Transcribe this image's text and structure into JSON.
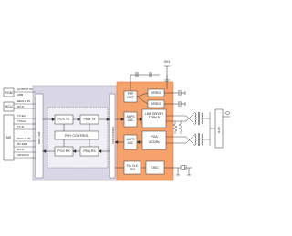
{
  "colors": {
    "digital_bg": "#d9d7e6",
    "analog_bg": "#f6a26c",
    "analog_border": "#e07a3c",
    "block_fill": "#ffffff",
    "inner_fill": "#f0eff5",
    "line": "#333333"
  },
  "left_blocks": {
    "rom": "ROM",
    "mcu": "MCU",
    "mii": "MII"
  },
  "left_signals": {
    "top": [
      "OUTPUT 20",
      "ARB"
    ],
    "mcu": [
      "EECLK 25",
      "RX-D"
    ],
    "mii": [
      "TX EN",
      "TXCLK",
      "TX-D",
      "RXCLK 25",
      "RX ERR",
      "RX-D",
      "CRS/COL"
    ]
  },
  "digital": {
    "mac_mii": "MAC / MII",
    "pcs_rx": "PCS RX",
    "pcs_tx": "PCS TX",
    "pma_tx": "PMA TX",
    "pma_rx": "PMA RX",
    "phy_control": "PHY CONTROL",
    "afe_divider": "AFE DIVIDER"
  },
  "analog": {
    "prp_vref": "PRP VREF",
    "vreg_top": "VREG",
    "vreg_bottom": "VREG",
    "amp_dac": "AMPS DAC",
    "line_driver": "LINE DRIVER TERM R",
    "amp_adc": "AMPS ADC",
    "pga": "PGA",
    "pga_sub": "A/CDRs",
    "pll": "PLL CLK RES",
    "osc": "OSC"
  },
  "external": {
    "supply": "3V3",
    "connector": "RJ45"
  },
  "icons": [
    "transformer-icon",
    "capacitor-icon",
    "crystal-icon",
    "ground-icon",
    "connector-icon"
  ]
}
